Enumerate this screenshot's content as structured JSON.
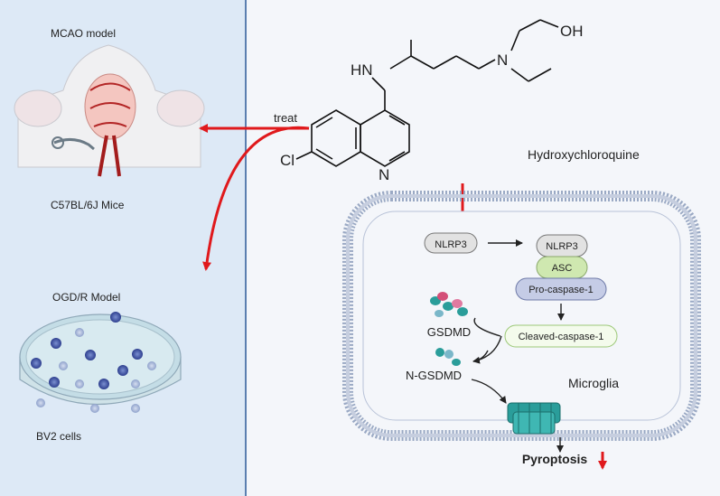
{
  "left_panel": {
    "mcao_label": "MCAO model",
    "mice_label": "C57BL/6J Mice",
    "ogdr_label": "OGD/R Model",
    "cells_label": "BV2 cells"
  },
  "treat_label": "treat",
  "molecule": {
    "name": "Hydroxychloroquine",
    "atoms": {
      "hn": "HN",
      "oh": "OH",
      "n_amine": "N",
      "n_ring": "N",
      "cl": "Cl"
    }
  },
  "pathway": {
    "nlrp3_free": "NLRP3",
    "nlrp3_complex": "NLRP3",
    "asc": "ASC",
    "procaspase": "Pro-caspase-1",
    "cleaved_caspase": "Cleaved-caspase-1",
    "gsdmd": "GSDMD",
    "n_gsdmd": "N-GSDMD",
    "microglia": "Microglia",
    "pyroptosis": "Pyroptosis"
  },
  "colors": {
    "left_panel_bg": "#dde9f6",
    "right_panel_bg": "#f4f6fa",
    "divider": "#5b7fb0",
    "arrow_red": "#e0191c",
    "membrane": "#9aa9c4",
    "asc": "#cfe8b0",
    "procaspase": "#c5cce6",
    "pore": "#2a9d9a"
  }
}
